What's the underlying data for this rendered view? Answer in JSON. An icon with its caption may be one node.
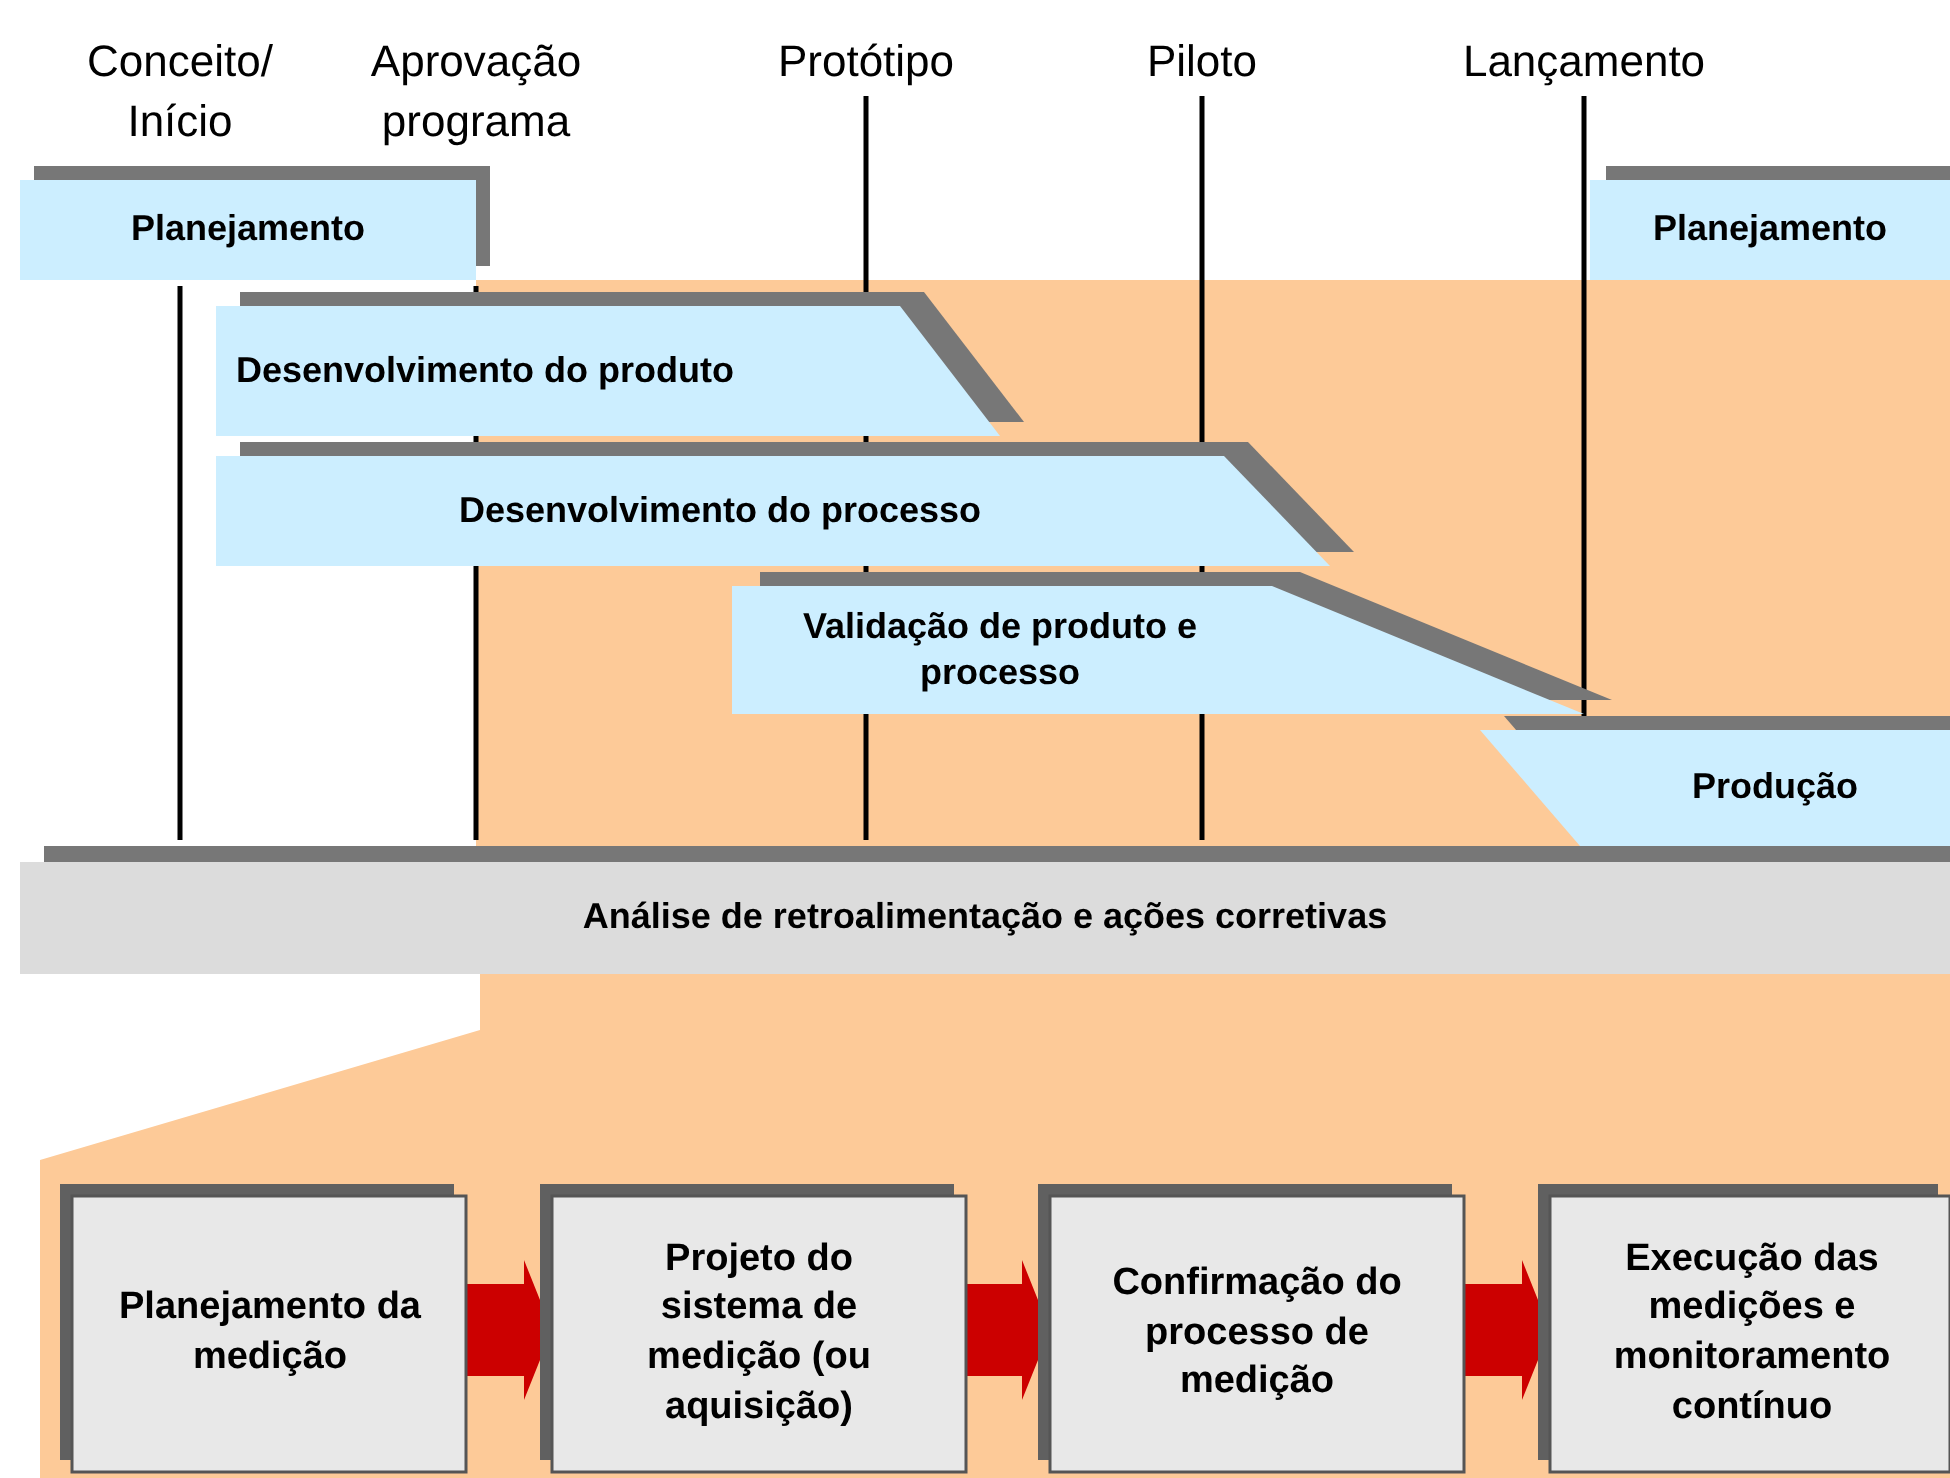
{
  "diagram": {
    "nodes": [
      {
        "text": [
          "Planejamento"
        ]
      },
      {
        "text": [
          "Planejamento"
        ]
      },
      {
        "text": [
          "Desenvolvimento do produto"
        ]
      },
      {
        "text": [
          "Desenvolvimento do processo"
        ]
      },
      {
        "text": [
          "Validação de produto e processo"
        ]
      },
      {
        "text": [
          "Produção"
        ]
      },
      {
        "text": [
          "Análise de retroalimentação e ações corretivas"
        ]
      },
      {
        "text": [
          "Planejamento da medição"
        ]
      },
      {
        "text": [
          "Projeto do sistema de medição (ou aquisição)"
        ]
      },
      {
        "text": [
          "Confirmação do processo de medição"
        ]
      },
      {
        "text": [
          "Execução das medições e monitoramento contínuo"
        ]
      }
    ],
    "edges": [
      {
        "from": 7,
        "to": 8,
        "arrow": "to"
      },
      {
        "from": 8,
        "to": 9,
        "arrow": "to"
      },
      {
        "from": 9,
        "to": 10,
        "arrow": "to"
      }
    ],
    "labels": [
      "Conceito/ Início",
      "Aprovação programa",
      "Protótipo",
      "Piloto",
      "Lançamento"
    ]
  }
}
